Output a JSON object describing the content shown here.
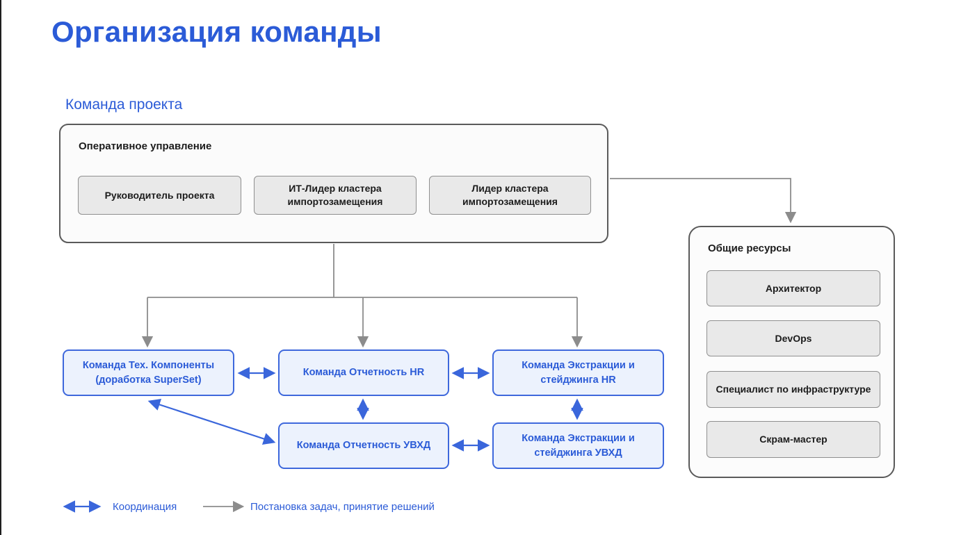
{
  "page": {
    "title": "Организация команды"
  },
  "section": {
    "label": "Команда проекта"
  },
  "operational": {
    "title": "Оперативное управление",
    "roles": [
      "Руководитель проекта",
      "ИТ-Лидер кластера импортозамещения",
      "Лидер кластера импортозамещения"
    ]
  },
  "teams": [
    "Команда Тех. Компоненты (доработка SuperSet)",
    "Команда Отчетность HR",
    "Команда Экстракции и стейджинга HR",
    "Команда Отчетность УВХД",
    "Команда Экстракции и стейджинга УВХД"
  ],
  "shared": {
    "title": "Общие ресурсы",
    "roles": [
      "Архитектор",
      "DevOps",
      "Специалист по инфраструктуре",
      "Скрам-мастер"
    ]
  },
  "legend": {
    "coordination": "Координация",
    "tasks": "Постановка задач, принятие решений"
  },
  "colors": {
    "accent_blue": "#2B5BD7",
    "team_border": "#3E68DC",
    "team_fill": "#ECF2FD",
    "gray_fill": "#E9E9E9",
    "gray_border": "#8F8F8F",
    "outer_border": "#5A5A5A",
    "arrow_gray": "#8C8C8C"
  }
}
